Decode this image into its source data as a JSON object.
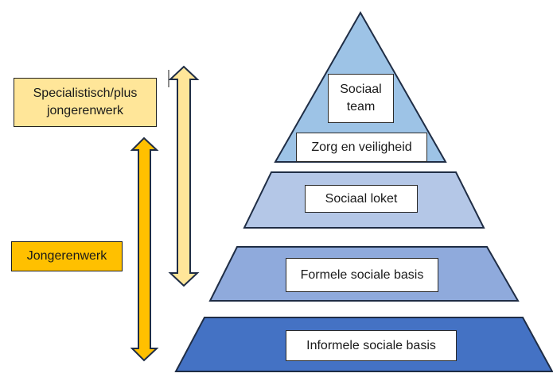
{
  "diagram": {
    "type": "pyramid",
    "levels": [
      {
        "id": "top",
        "labels": [
          "Sociaal team",
          "Zorg en veiligheid"
        ],
        "color": "#9dc3e6"
      },
      {
        "id": "level2",
        "label": "Sociaal loket",
        "color": "#b4c7e7"
      },
      {
        "id": "level3",
        "label": "Formele sociale basis",
        "color": "#8faadc"
      },
      {
        "id": "level4",
        "label": "Informele sociale basis",
        "color": "#4472c4"
      }
    ],
    "side_labels": [
      {
        "id": "specialist",
        "line1": "Specialistisch/plus",
        "line2": "jongerenwerk",
        "color": "#ffe699"
      },
      {
        "id": "jongerenwerk",
        "label": "Jongerenwerk",
        "color": "#ffc000"
      }
    ],
    "arrows": [
      {
        "id": "specialist-range",
        "color": "#ffe699",
        "spans": "Sociaal team to Formele sociale basis"
      },
      {
        "id": "jongerenwerk-range",
        "color": "#ffc000",
        "spans": "Zorg en veiligheid to Informele sociale basis"
      }
    ],
    "outline_color": "#1f2d45"
  }
}
